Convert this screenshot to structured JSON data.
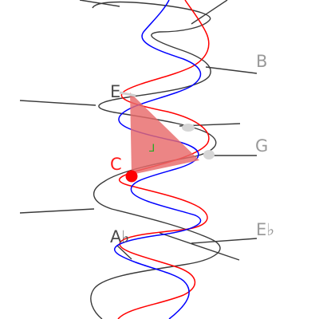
{
  "labels": {
    "b": "B",
    "e": "E",
    "g": "G",
    "c": "C",
    "e_flat": "E♭",
    "a_flat": "A♭"
  },
  "colors": {
    "background": "#ffffff",
    "gray_helix": "#3a3a3a",
    "red_helix": "#ff0000",
    "blue_helix": "#0000ff",
    "triangle_fill": "#e86a6a",
    "c_point": "#ff0000",
    "ghost_marker": "#cfcfcf",
    "green_glyph": "#22aa22"
  },
  "icons": {
    "triangle": "triad-triangle",
    "point": "c-dot"
  }
}
